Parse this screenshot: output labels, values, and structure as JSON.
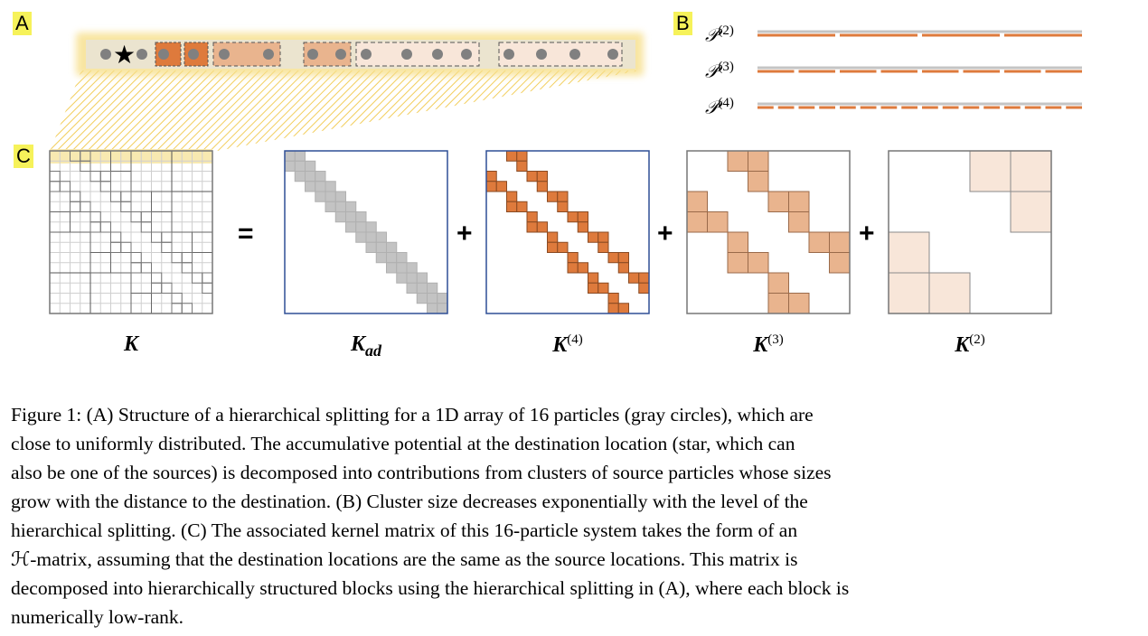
{
  "panels": {
    "a": "A",
    "b": "B",
    "c": "C"
  },
  "panel_b": {
    "levels": [
      {
        "label": "𝒫",
        "sup": "(2)",
        "segments": 4
      },
      {
        "label": "𝒫",
        "sup": "(3)",
        "segments": 8
      },
      {
        "label": "𝒫",
        "sup": "(4)",
        "segments": 16
      }
    ]
  },
  "panel_c": {
    "matrices": [
      {
        "main": "K",
        "sub": "",
        "sup": ""
      },
      {
        "main": "K",
        "sub": "ad",
        "sup": ""
      },
      {
        "main": "K",
        "sub": "",
        "sup": "(4)"
      },
      {
        "main": "K",
        "sub": "",
        "sup": "(3)"
      },
      {
        "main": "K",
        "sub": "",
        "sup": "(2)"
      }
    ],
    "operators": [
      "=",
      "+",
      "+",
      "+"
    ]
  },
  "caption": {
    "lines": [
      "Figure 1: (A) Structure of a hierarchical splitting for a 1D array of 16 particles (gray circles), which are",
      "close to uniformly distributed.  The accumulative potential at the destination location (star, which can",
      "also be one of the sources) is decomposed into contributions from clusters of source particles whose sizes",
      "grow with the distance to the destination. (B) Cluster size decreases exponentially with the level of the",
      "hierarchical splitting.  (C) The associated kernel matrix of this 16-particle system takes the form of an",
      "ℋ-matrix, assuming that the destination locations are the same as the source locations.  This matrix is",
      "decomposed into hierarchically structured blocks using the hierarchical splitting in (A), where each block is",
      "numerically low-rank."
    ]
  },
  "colors": {
    "particle": "#808080",
    "level4": "#de7a3c",
    "level3": "#e9b48e",
    "level2": "#f8e6d9",
    "adjacent": "#c3c3c3",
    "highlight": "#f7e7a8",
    "frame_blue": "#2f4f95",
    "panel_label_bg": "#f6f25a"
  }
}
